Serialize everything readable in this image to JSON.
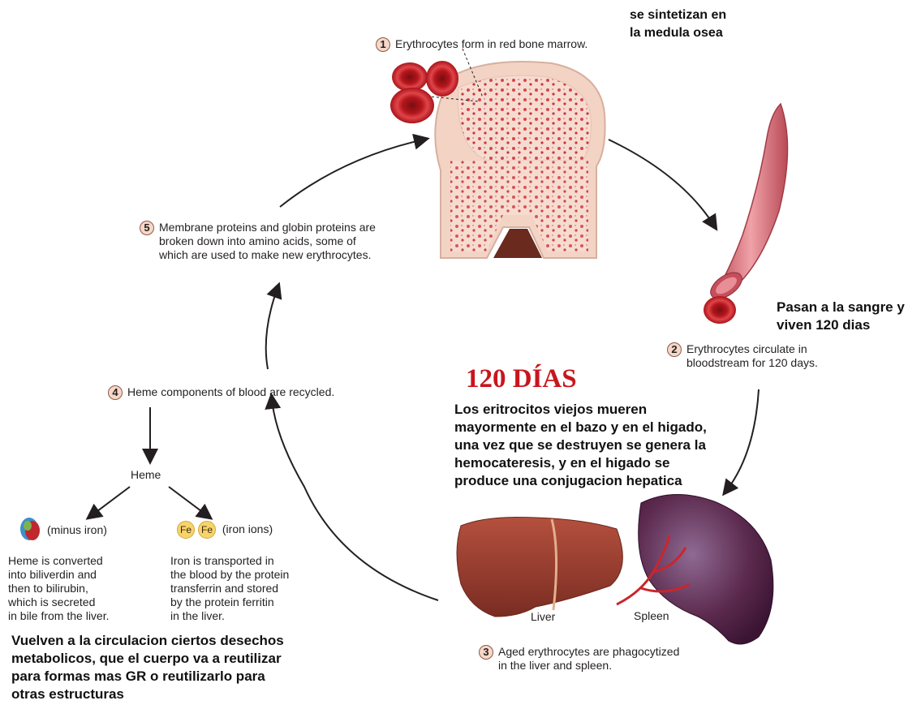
{
  "steps": {
    "s1": {
      "num": "1",
      "text": "Erythrocytes form in red bone marrow."
    },
    "s2": {
      "num": "2",
      "line1": "Erythrocytes circulate in",
      "line2": "bloodstream for 120 days."
    },
    "s3": {
      "num": "3",
      "line1": "Aged erythrocytes are phagocytized",
      "line2": "in the liver and spleen."
    },
    "s4": {
      "num": "4",
      "text": "Heme components of blood are recycled."
    },
    "s5": {
      "num": "5",
      "line1": "Membrane proteins and globin proteins are",
      "line2": "broken down into amino acids, some of",
      "line3": "which are used to make new erythrocytes."
    }
  },
  "heme": {
    "label": "Heme",
    "minus_iron": "(minus iron)",
    "iron_ions": "(iron ions)",
    "fe": "Fe",
    "left_text": [
      "Heme is converted",
      "into biliverdin and",
      "then to bilirubin,",
      "which is secreted",
      "in bile from the liver."
    ],
    "right_text": [
      "Iron is transported in",
      "the blood by the protein",
      "transferrin and stored",
      "by the protein ferritin",
      "in the liver."
    ]
  },
  "organs": {
    "liver": "Liver",
    "spleen": "Spleen"
  },
  "notes": {
    "top": [
      "se sintetizan en",
      "la medula osea"
    ],
    "blood": [
      "Pasan a la sangre y",
      "viven 120 dias"
    ],
    "days_title": "120 DÍAS",
    "days_text": [
      "Los eritrocitos viejos mueren",
      "mayormente en el bazo y en el higado,",
      "una vez que se destruyen se genera la",
      "hemocateresis, y en el higado se",
      "produce una conjugacion hepatica"
    ],
    "bottom": [
      "Vuelven a la circulacion ciertos desechos",
      "metabolicos, que el cuerpo va a reutilizar",
      "para formas mas GR o reutilizarlo para",
      "otras estructuras"
    ]
  },
  "colors": {
    "blood_red": "#c0282d",
    "text_red": "#c8161d",
    "bone": "#f3d3c4",
    "spleen": "#5c2a4e"
  }
}
